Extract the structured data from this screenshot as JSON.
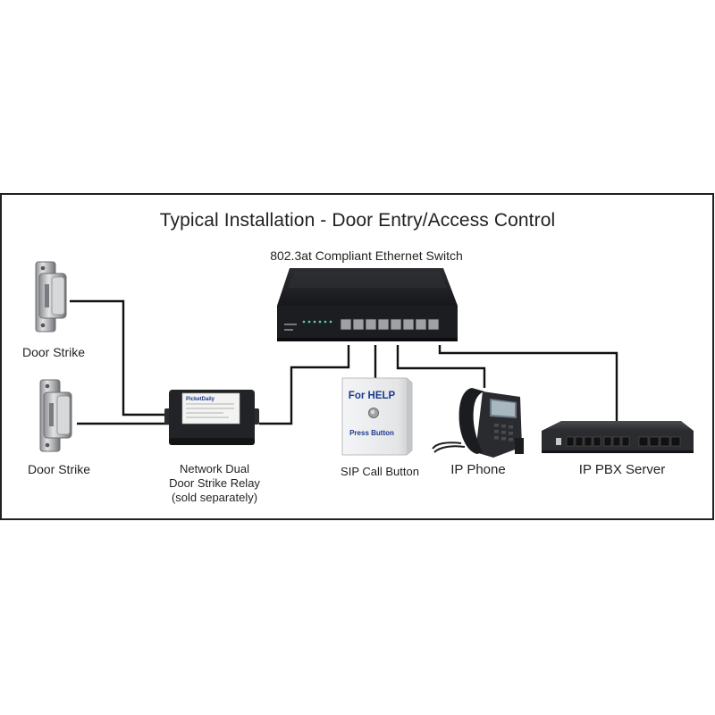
{
  "title": "Typical Installation - Door Entry/Access Control",
  "switch": {
    "label": "802.3at Compliant Ethernet Switch"
  },
  "strike_top": {
    "label": "Door Strike"
  },
  "strike_bottom": {
    "label": "Door Strike"
  },
  "relay": {
    "label_line1": "Network Dual",
    "label_line2": "Door Strike Relay",
    "label_line3": "(sold separately)",
    "brand": "PicketDaily"
  },
  "call_button": {
    "label": "SIP Call Button",
    "text_top": "For HELP",
    "text_bottom": "Press Button"
  },
  "phone": {
    "label": "IP Phone"
  },
  "pbx": {
    "label": "IP PBX Server"
  },
  "colors": {
    "frame": "#231f20",
    "cable": "#111111",
    "device_dark": "#1e1f22",
    "metal": "#b8b9bb",
    "label_blue": "#1b3a8c"
  }
}
